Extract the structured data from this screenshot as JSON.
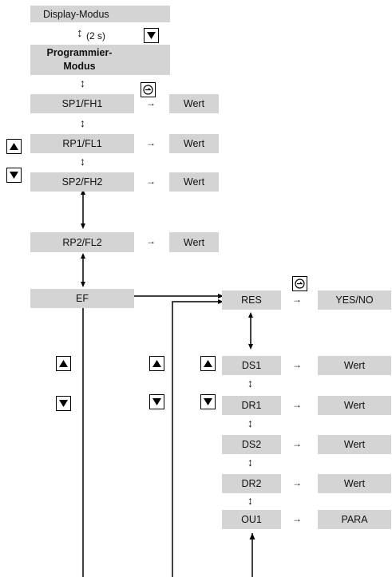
{
  "display_mode": "Display-Modus",
  "hold_time": "(2 s)",
  "programming_mode": {
    "line1": "Programmier-",
    "line2": "Modus"
  },
  "left_params": [
    {
      "name": "SP1/FH1",
      "value": "Wert"
    },
    {
      "name": "RP1/FL1",
      "value": "Wert"
    },
    {
      "name": "SP2/FH2",
      "value": "Wert"
    },
    {
      "name": "RP2/FL2",
      "value": "Wert"
    }
  ],
  "ef_label": "EF",
  "res": {
    "name": "RES",
    "value": "YES/NO"
  },
  "right_params": [
    {
      "name": "DS1",
      "value": "Wert"
    },
    {
      "name": "DR1",
      "value": "Wert"
    },
    {
      "name": "DS2",
      "value": "Wert"
    },
    {
      "name": "DR2",
      "value": "Wert"
    },
    {
      "name": "OU1",
      "value": "PARA"
    }
  ],
  "icons": {
    "up": "up-triangle-button-icon",
    "down": "down-triangle-button-icon",
    "enter": "enter-button-icon",
    "arrow": "right-arrow-icon"
  },
  "colors": {
    "box_fill": "#d4d4d4",
    "line": "#000000"
  }
}
